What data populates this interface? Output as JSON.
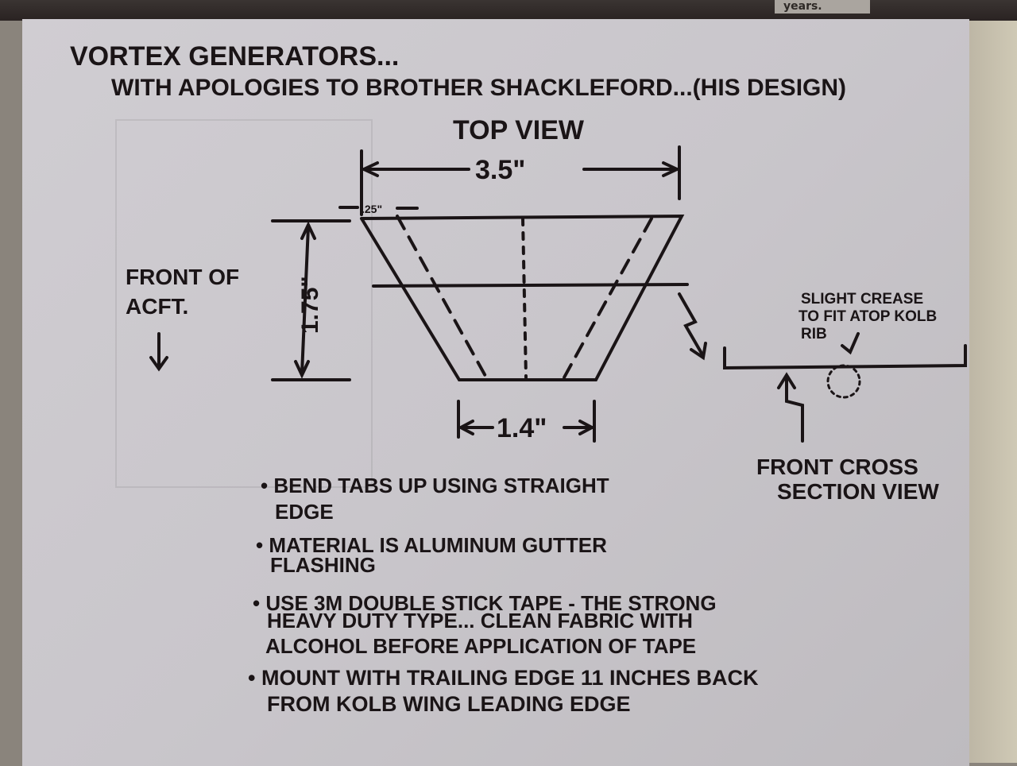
{
  "background_note": "years.",
  "title": "Vortex Generators...",
  "subtitle": "With apologies to Brother Shackleford...(his design)",
  "top_view": {
    "label": "Top View",
    "width_top": "3.5\"",
    "height": "1.75\"",
    "width_bottom": "1.4\"",
    "tab_width": ".25\""
  },
  "front_label": [
    "Front of",
    "ACFT."
  ],
  "cross_section": {
    "note": [
      "Slight crease",
      "to fit atop Kolb",
      "rib"
    ],
    "label": [
      "Front cross",
      "section view"
    ]
  },
  "notes": [
    [
      "Bend tabs up using straight",
      "edge"
    ],
    [
      "Material is aluminum gutter",
      "flashing"
    ],
    [
      "Use 3M double stick tape - the strong",
      "heavy duty type... clean fabric with",
      "alcohol before application of tape"
    ],
    [
      "Mount with trailing edge  11 inches back",
      "from Kolb wing leading edge"
    ]
  ]
}
